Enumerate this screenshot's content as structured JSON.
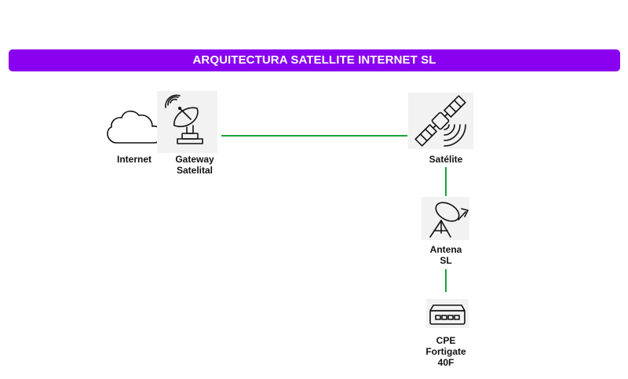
{
  "title": "ARQUITECTURA SATELLITE INTERNET SL",
  "colors": {
    "title_bg": "#8a00f0",
    "link": "#1aa33a"
  },
  "nodes": {
    "internet": {
      "label": "Internet",
      "icon": "cloud-icon"
    },
    "gateway": {
      "label": "Gateway\nSatelital",
      "icon": "satellite-dish-gateway-icon"
    },
    "satellite": {
      "label": "Satélite",
      "icon": "satellite-icon"
    },
    "antenna": {
      "label": "Antena\nSL",
      "icon": "satellite-antenna-icon"
    },
    "cpe": {
      "label": "CPE\nFortigate\n40F",
      "icon": "router-icon"
    }
  }
}
